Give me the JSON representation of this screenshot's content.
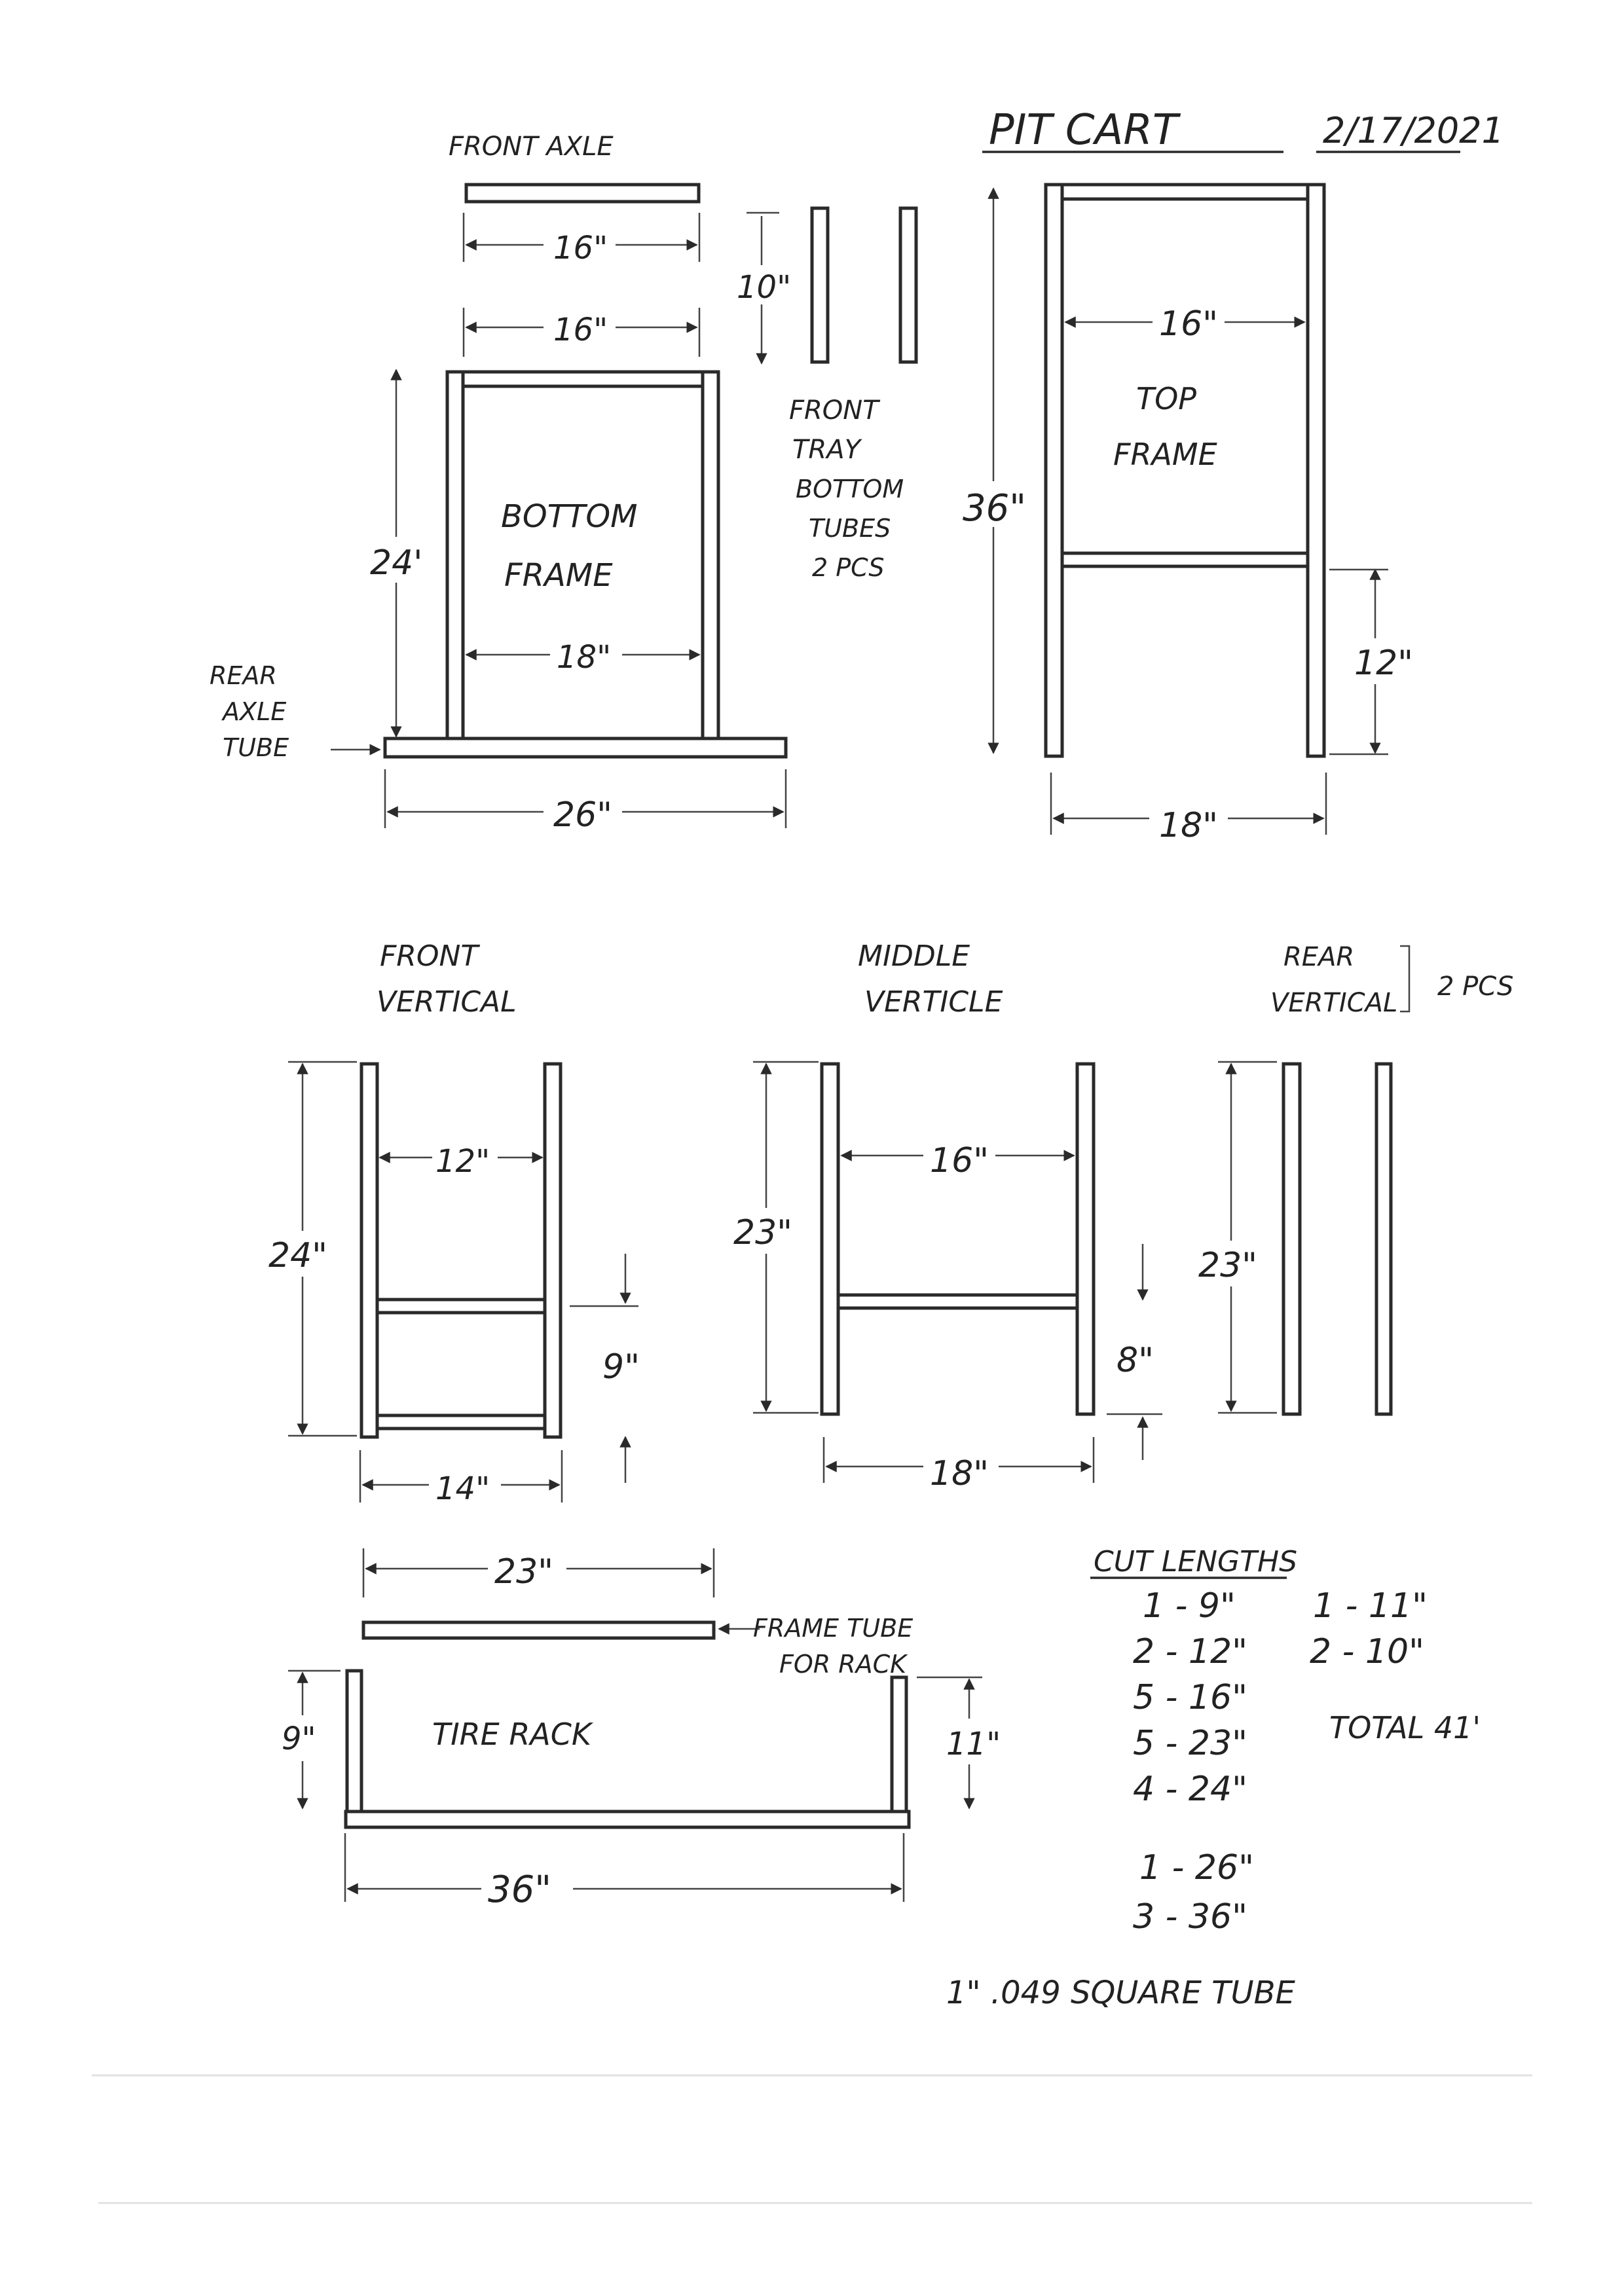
{
  "title": "PIT CART",
  "date": "2/17/2021",
  "front_axle": {
    "label": "FRONT AXLE",
    "dim_top": "16\"",
    "dim_bottom": "16\""
  },
  "front_tray_tubes": {
    "label_lines": [
      "FRONT",
      "TRAY",
      "BOTTOM",
      "TUBES",
      "2 PCS"
    ],
    "dim_height": "10\""
  },
  "bottom_frame": {
    "label_lines": [
      "BOTTOM",
      "FRAME"
    ],
    "dim_height": "24'",
    "dim_inner": "18\"",
    "dim_axle": "26\""
  },
  "rear_axle": {
    "label_lines": [
      "REAR",
      "AXLE",
      "TUBE"
    ]
  },
  "top_frame": {
    "label_lines": [
      "TOP",
      "FRAME"
    ],
    "dim_inner": "16\"",
    "dim_height": "36\"",
    "dim_cross": "12\"",
    "dim_width": "18\""
  },
  "front_vertical": {
    "label_lines": [
      "FRONT",
      "VERTICAL"
    ],
    "dim_inner": "12\"",
    "dim_height": "24\"",
    "dim_cross": "9\"",
    "dim_width": "14\""
  },
  "middle_vertical": {
    "label_lines": [
      "MIDDLE",
      "VERTICLE"
    ],
    "dim_inner": "16\"",
    "dim_height": "23\"",
    "dim_cross": "8\"",
    "dim_width": "18\""
  },
  "rear_vertical": {
    "label_lines": [
      "REAR",
      "VERTICAL"
    ],
    "count": "2 PCS",
    "dim_height": "23\""
  },
  "frame_tube": {
    "label_lines": [
      "FRAME TUBE",
      "FOR RACK"
    ],
    "dim_length": "23\""
  },
  "tire_rack": {
    "label": "TIRE RACK",
    "dim_left": "9\"",
    "dim_right": "11\"",
    "dim_length": "36\""
  },
  "cut_lengths": {
    "heading": "CUT LENGTHS",
    "rows": [
      [
        "1 - 9\"",
        "1 - 11\""
      ],
      [
        "2 - 12\"",
        "2 - 10\""
      ],
      [
        "5 - 16\"",
        ""
      ],
      [
        "5 - 23\"",
        "TOTAL 41'"
      ],
      [
        "4 - 24\"",
        ""
      ],
      [
        "1 - 26\"",
        ""
      ],
      [
        "3 - 36\"",
        ""
      ]
    ]
  },
  "material": "1\" .049 SQUARE TUBE"
}
